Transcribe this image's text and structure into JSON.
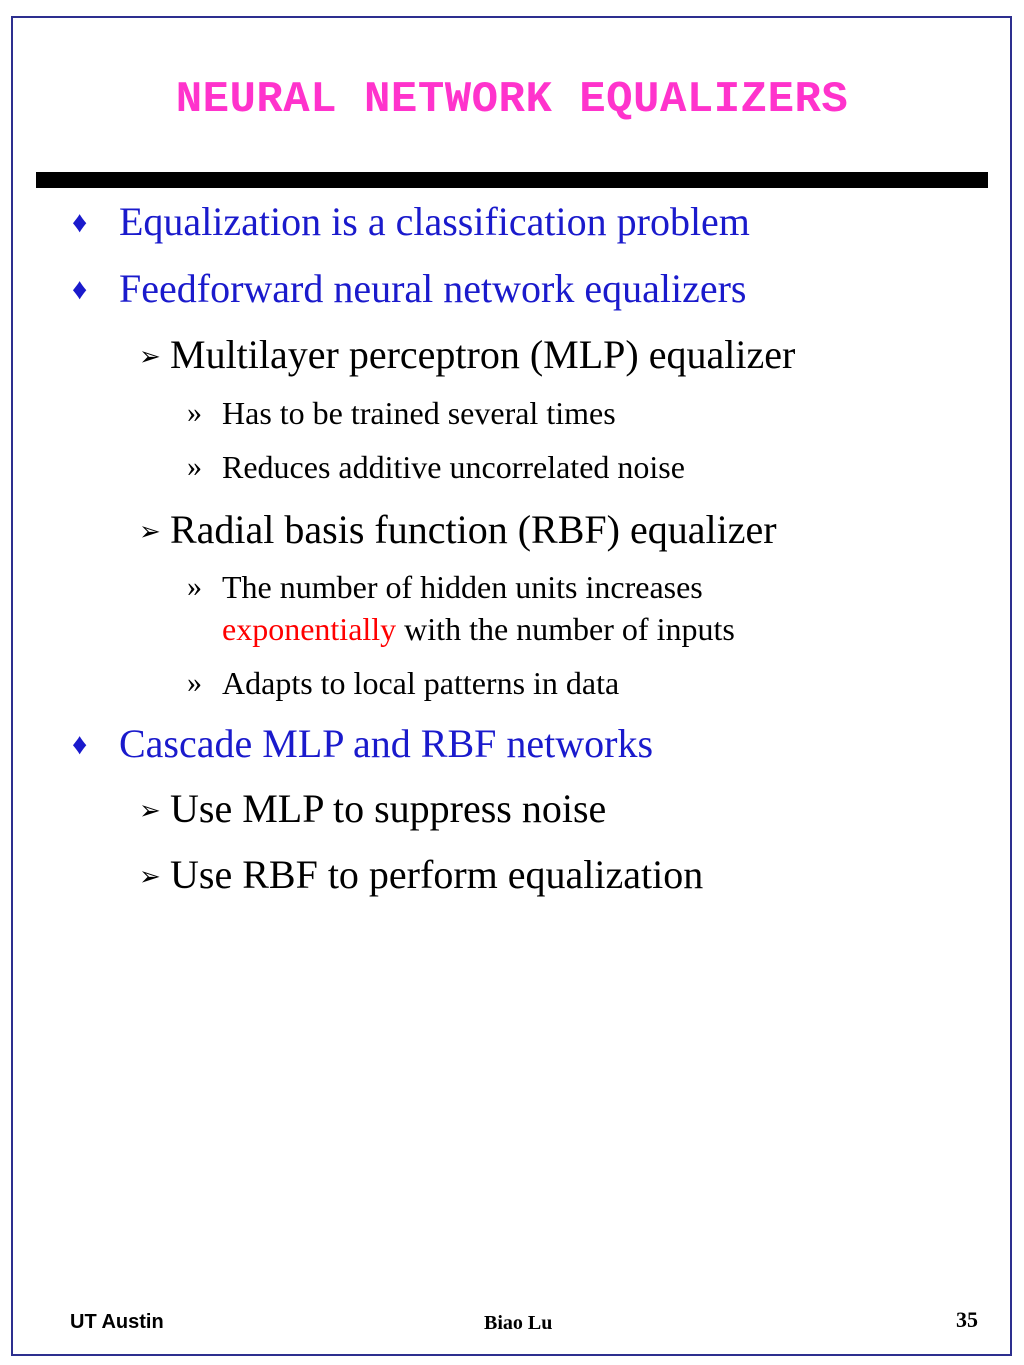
{
  "slide": {
    "title": "NEURAL NETWORK EQUALIZERS",
    "bullets": [
      {
        "text": "Equalization is a classification problem"
      },
      {
        "text": "Feedforward neural network equalizers",
        "sub": [
          {
            "text": "Multilayer perceptron (MLP) equalizer",
            "sub": [
              {
                "text": "Has to be trained several times"
              },
              {
                "text": "Reduces additive uncorrelated noise"
              }
            ]
          },
          {
            "text": "Radial basis function (RBF) equalizer",
            "sub": [
              {
                "line1": "The number of hidden units increases",
                "emphasis": "exponentially",
                "line2_rest": " with the number of inputs"
              },
              {
                "text": "Adapts to local patterns in data"
              }
            ]
          }
        ]
      },
      {
        "text": "Cascade MLP and RBF networks",
        "sub": [
          {
            "text": "Use MLP to suppress noise"
          },
          {
            "text": "Use RBF to perform equalization"
          }
        ]
      }
    ]
  },
  "footer": {
    "left": "UT Austin",
    "center": "Biao Lu",
    "page_number": "35"
  },
  "markers": {
    "level1": "♦",
    "level2": "➢",
    "level3": "»"
  },
  "colors": {
    "title": "#ff33cc",
    "level1_text": "#1a1acc",
    "emphasis": "#ff0000",
    "rule": "#000000",
    "frame": "#2d2f8f"
  }
}
